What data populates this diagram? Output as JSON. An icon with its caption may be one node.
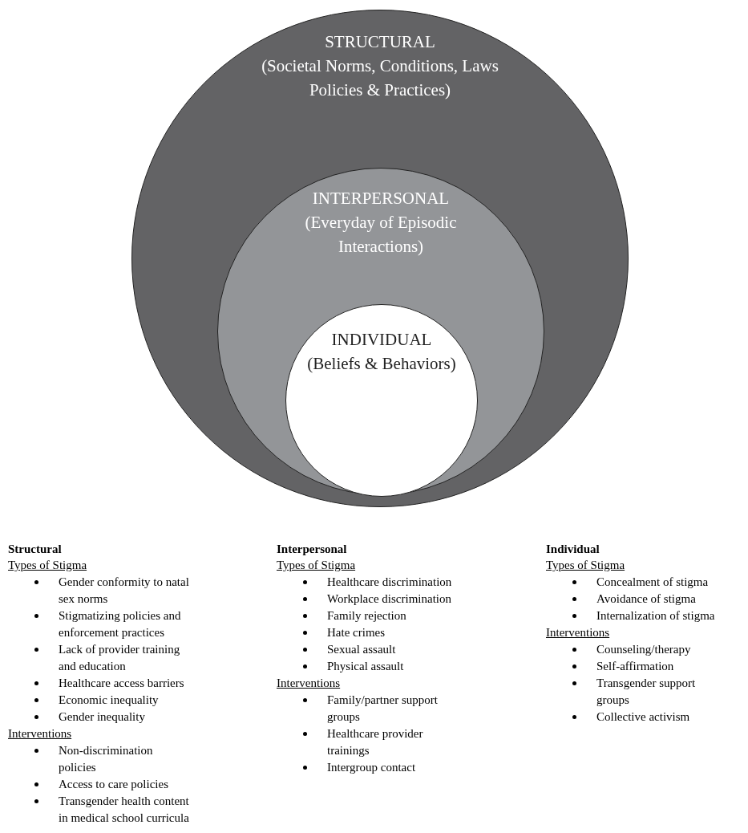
{
  "diagram": {
    "nodes": [
      {
        "text": [
          "STRUCTURAL",
          "(Societal Norms, Conditions, Laws Policies & Practices)"
        ]
      },
      {
        "text": [
          "INTERPERSONAL",
          "(Everyday of Episodic Interactions)"
        ],
        "in": 0
      },
      {
        "text": [
          "INDIVIDUAL",
          "(Beliefs & Behaviors)"
        ],
        "in": 1
      }
    ],
    "labels": [
      "Structural",
      "Types of Stigma",
      "Gender conformity to natal sex norms",
      "Stigmatizing policies and enforcement practices",
      "Lack of provider training and education",
      "Healthcare access barriers",
      "Economic inequality",
      "Gender inequality",
      "Interventions",
      "Non-discrimination policies",
      "Access to care policies",
      "Transgender health content in medical school curricula",
      "Interpersonal",
      "Types of Stigma",
      "Healthcare discrimination",
      "Workplace discrimination",
      "Family rejection",
      "Hate crimes",
      "Sexual assault",
      "Physical assault",
      "Interventions",
      "Family/partner support groups",
      "Healthcare provider trainings",
      "Intergroup contact",
      "Individual",
      "Types of Stigma",
      "Concealment of stigma",
      "Avoidance of stigma",
      "Internalization of stigma",
      "Interventions",
      "Counseling/therapy",
      "Self-affirmation",
      "Transgender support groups",
      "Collective activism"
    ]
  }
}
